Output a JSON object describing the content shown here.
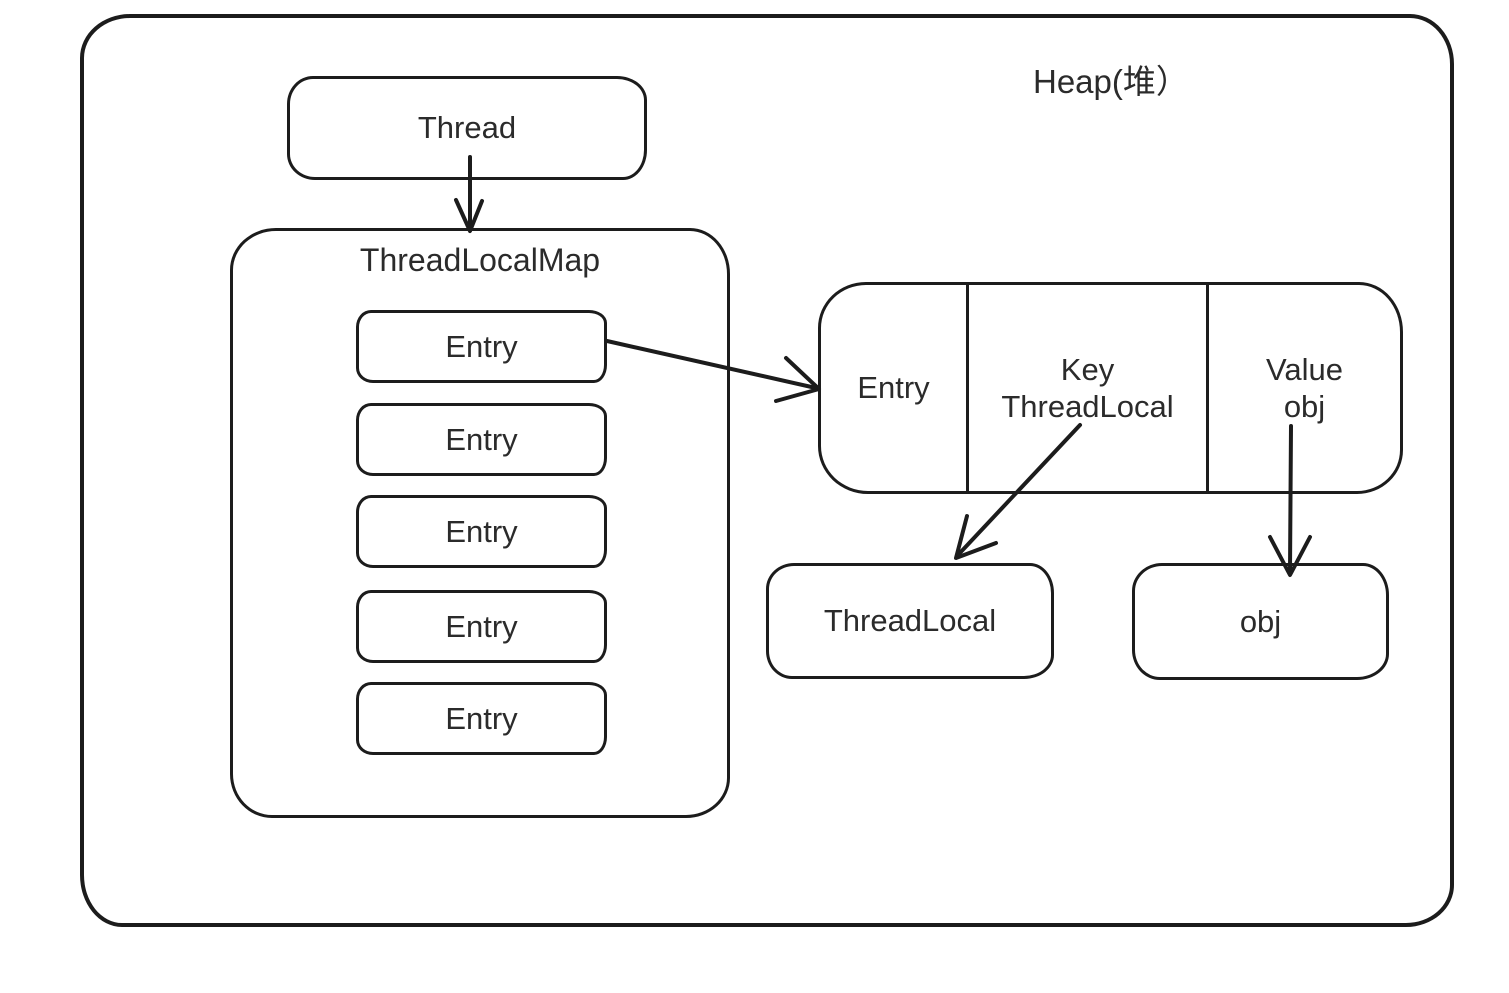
{
  "heap": {
    "title": "Heap(堆）"
  },
  "thread": {
    "label": "Thread"
  },
  "map": {
    "title": "ThreadLocalMap",
    "entries": [
      {
        "label": "Entry"
      },
      {
        "label": "Entry"
      },
      {
        "label": "Entry"
      },
      {
        "label": "Entry"
      },
      {
        "label": "Entry"
      }
    ]
  },
  "record": {
    "entry_label": "Entry",
    "key": {
      "line1": "Key",
      "line2": "ThreadLocal"
    },
    "value": {
      "line1": "Value",
      "line2": "obj"
    }
  },
  "threadlocal": {
    "label": "ThreadLocal"
  },
  "obj": {
    "label": "obj"
  },
  "colors": {
    "stroke": "#1c1c1c",
    "text": "#2b2b2b",
    "background": "#ffffff"
  }
}
